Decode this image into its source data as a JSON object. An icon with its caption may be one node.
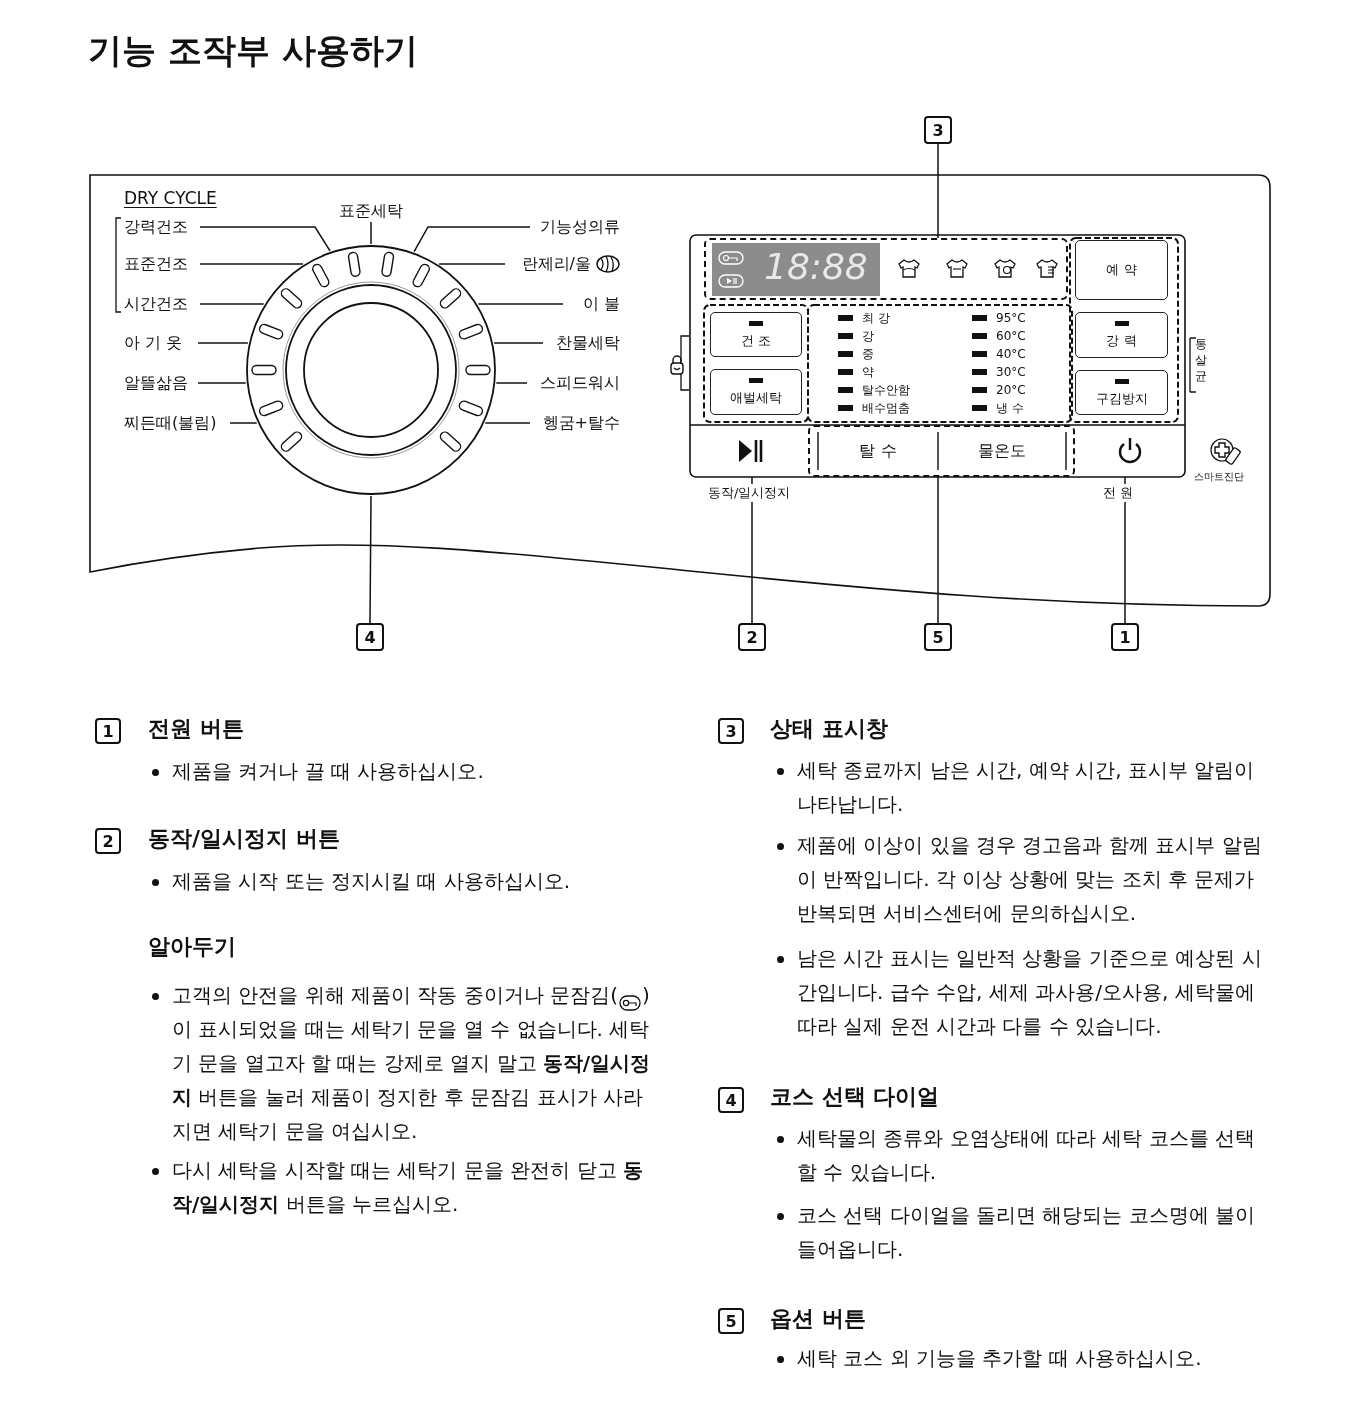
{
  "diagram": {
    "title": "기능 조작부 사용하기",
    "nodes": [
      {
        "text": [
          "3"
        ]
      },
      {
        "text": [
          "표준세탁"
        ]
      },
      {
        "text": [
          "강력건조"
        ]
      },
      {
        "text": [
          "기능성의류"
        ]
      },
      {
        "text": [
          "표준건조"
        ]
      },
      {
        "text": [
          "란제리/울"
        ]
      },
      {
        "text": [
          "시간건조"
        ]
      },
      {
        "text": [
          "이 불"
        ]
      },
      {
        "text": [
          "아 기 옷"
        ]
      },
      {
        "text": [
          "찬물세탁"
        ]
      },
      {
        "text": [
          "알뜰삶음"
        ]
      },
      {
        "text": [
          "스피드워시"
        ]
      },
      {
        "text": [
          "찌든때(불림)"
        ]
      },
      {
        "text": [
          "헹굼+탈수"
        ]
      },
      {
        "text": [],
        "shape": "box"
      },
      {
        "text": [
          "예 약"
        ]
      },
      {
        "text": [
          "건 조"
        ]
      },
      {
        "text": [
          "강 력"
        ]
      },
      {
        "text": [
          "애벌세탁"
        ]
      },
      {
        "text": [
          "구김방지"
        ]
      },
      {
        "text": [],
        "shape": "circle"
      },
      {
        "text": [],
        "shape": "box",
        "beside": [
          "동작/일시정지"
        ]
      },
      {
        "text": [],
        "shape": "box"
      },
      {
        "text": [
          "탈 수"
        ],
        "in": 22
      },
      {
        "text": [
          "물온도"
        ],
        "in": 22
      },
      {
        "text": [],
        "shape": "box",
        "beside": [
          "전 원"
        ]
      },
      {
        "text": [
          "4"
        ]
      },
      {
        "text": [
          "2"
        ]
      },
      {
        "text": [
          "5"
        ]
      },
      {
        "text": [
          "1"
        ]
      },
      {
        "text": [
          "1"
        ]
      },
      {
        "text": [
          "2"
        ]
      },
      {
        "text": [
          "3"
        ]
      },
      {
        "text": [
          "4"
        ]
      },
      {
        "text": [
          "5"
        ]
      }
    ],
    "edges": [
      {
        "from": 0,
        "to": 14,
        "arrow": "none"
      },
      {
        "from": 1,
        "to": 20,
        "arrow": "none"
      },
      {
        "from": 2,
        "to": 20,
        "arrow": "none"
      },
      {
        "from": 3,
        "to": 20,
        "arrow": "none"
      },
      {
        "from": 4,
        "to": 20,
        "arrow": "none"
      },
      {
        "from": 5,
        "to": 20,
        "arrow": "none"
      },
      {
        "from": 6,
        "to": 20,
        "arrow": "none"
      },
      {
        "from": 7,
        "to": 20,
        "arrow": "none"
      },
      {
        "from": 8,
        "to": 20,
        "arrow": "none"
      },
      {
        "from": 9,
        "to": 20,
        "arrow": "none"
      },
      {
        "from": 10,
        "to": 20,
        "arrow": "none"
      },
      {
        "from": 11,
        "to": 20,
        "arrow": "none"
      },
      {
        "from": 12,
        "to": 20,
        "arrow": "none"
      },
      {
        "from": 13,
        "to": 20,
        "arrow": "none"
      },
      {
        "from": 26,
        "to": 20,
        "arrow": "none"
      },
      {
        "from": 27,
        "to": 21,
        "arrow": "none"
      },
      {
        "from": 28,
        "to": 22,
        "arrow": "none"
      },
      {
        "from": 29,
        "to": 25,
        "arrow": "none"
      }
    ],
    "labels": [
      "DRY CYCLE",
      "18:88",
      "최 강",
      "95°C",
      "강",
      "60°C",
      "중",
      "40°C",
      "약",
      "30°C",
      "탈수안함",
      "20°C",
      "배수멈춤",
      "냉 수",
      "통살균",
      "스마트진단",
      "전원 버튼",
      "제품을 켜거나 끌 때 사용하십시오.",
      "동작/일시정지 버튼",
      "제품을 시작 또는 정지시킬 때 사용하십시오.",
      "알아두기",
      "고객의 안전을 위해 제품이 작동 중이거나 문잠김( )이 표시되었을 때는 세탁기 문을 열 수 없습니다. 세탁기 문을 열고자 할 때는 강제로 열지 말고 **동작/일시정지** 버튼을 눌러 제품이 정지한 후 문잠김 표시가 사라지면 세탁기 문을 여십시오.",
      "다시 세탁을 시작할 때는 세탁기 문을 완전히 닫고 **동작/일시정지** 버튼을 누르십시오.",
      "상태 표시창",
      "세탁 종료까지 남은 시간, 예약 시간, 표시부 알림이 나타납니다.",
      "제품에 이상이 있을 경우 경고음과 함께 표시부 알림이 반짝입니다. 각 이상 상황에 맞는 조치 후 문제가 반복되면 서비스센터에 문의하십시오.",
      "남은 시간 표시는 일반적 상황을 기준으로 예상된 시간입니다. 급수 수압, 세제 과사용/오사용, 세탁물에 따라 실제 운전 시간과 다를 수 있습니다.",
      "코스 선택 다이얼",
      "세탁물의 종류와 오염상태에 따라 세탁 코스를 선택할 수 있습니다.",
      "코스 선택 다이얼을 돌리면 해당되는 코스명에 불이 들어옵니다.",
      "옵션 버튼",
      "세탁 코스 외 기능을 추가할 때 사용하십시오."
    ]
  }
}
